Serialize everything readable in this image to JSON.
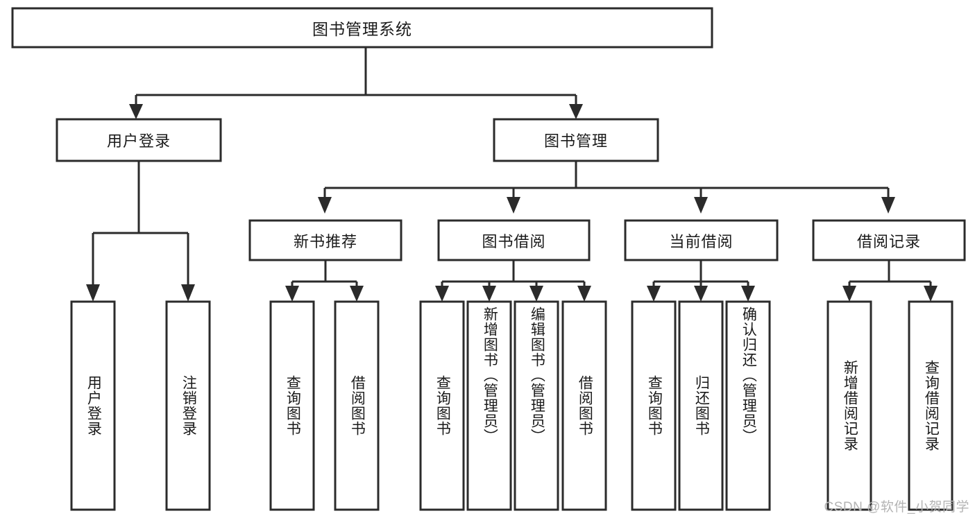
{
  "diagram": {
    "type": "tree-hierarchy",
    "title": "图书管理系统",
    "watermark": "CSDN @软件_小贺同学",
    "colors": {
      "background": "#ffffff",
      "box_fill": "#ffffff",
      "box_stroke": "#2b2b2b",
      "text": "#1a1a1a",
      "watermark": "#b4b4b4"
    },
    "root": {
      "label": "图书管理系统"
    },
    "level2": [
      {
        "label": "用户登录"
      },
      {
        "label": "图书管理"
      }
    ],
    "level3": [
      {
        "label": "新书推荐"
      },
      {
        "label": "图书借阅"
      },
      {
        "label": "当前借阅"
      },
      {
        "label": "借阅记录"
      }
    ],
    "leaves": {
      "user_login": [
        {
          "label": "用户登录"
        },
        {
          "label": "注销登录"
        }
      ],
      "new_book_recommend": [
        {
          "label": "查询图书"
        },
        {
          "label": "借阅图书"
        }
      ],
      "book_borrow": [
        {
          "label": "查询图书"
        },
        {
          "label": "新增图书（管理员）"
        },
        {
          "label": "编辑图书（管理员）"
        },
        {
          "label": "借阅图书"
        }
      ],
      "current_borrow": [
        {
          "label": "查询图书"
        },
        {
          "label": "归还图书"
        },
        {
          "label": "确认归还（管理员）"
        }
      ],
      "borrow_record": [
        {
          "label": "新增借阅记录"
        },
        {
          "label": "查询借阅记录"
        }
      ]
    }
  }
}
